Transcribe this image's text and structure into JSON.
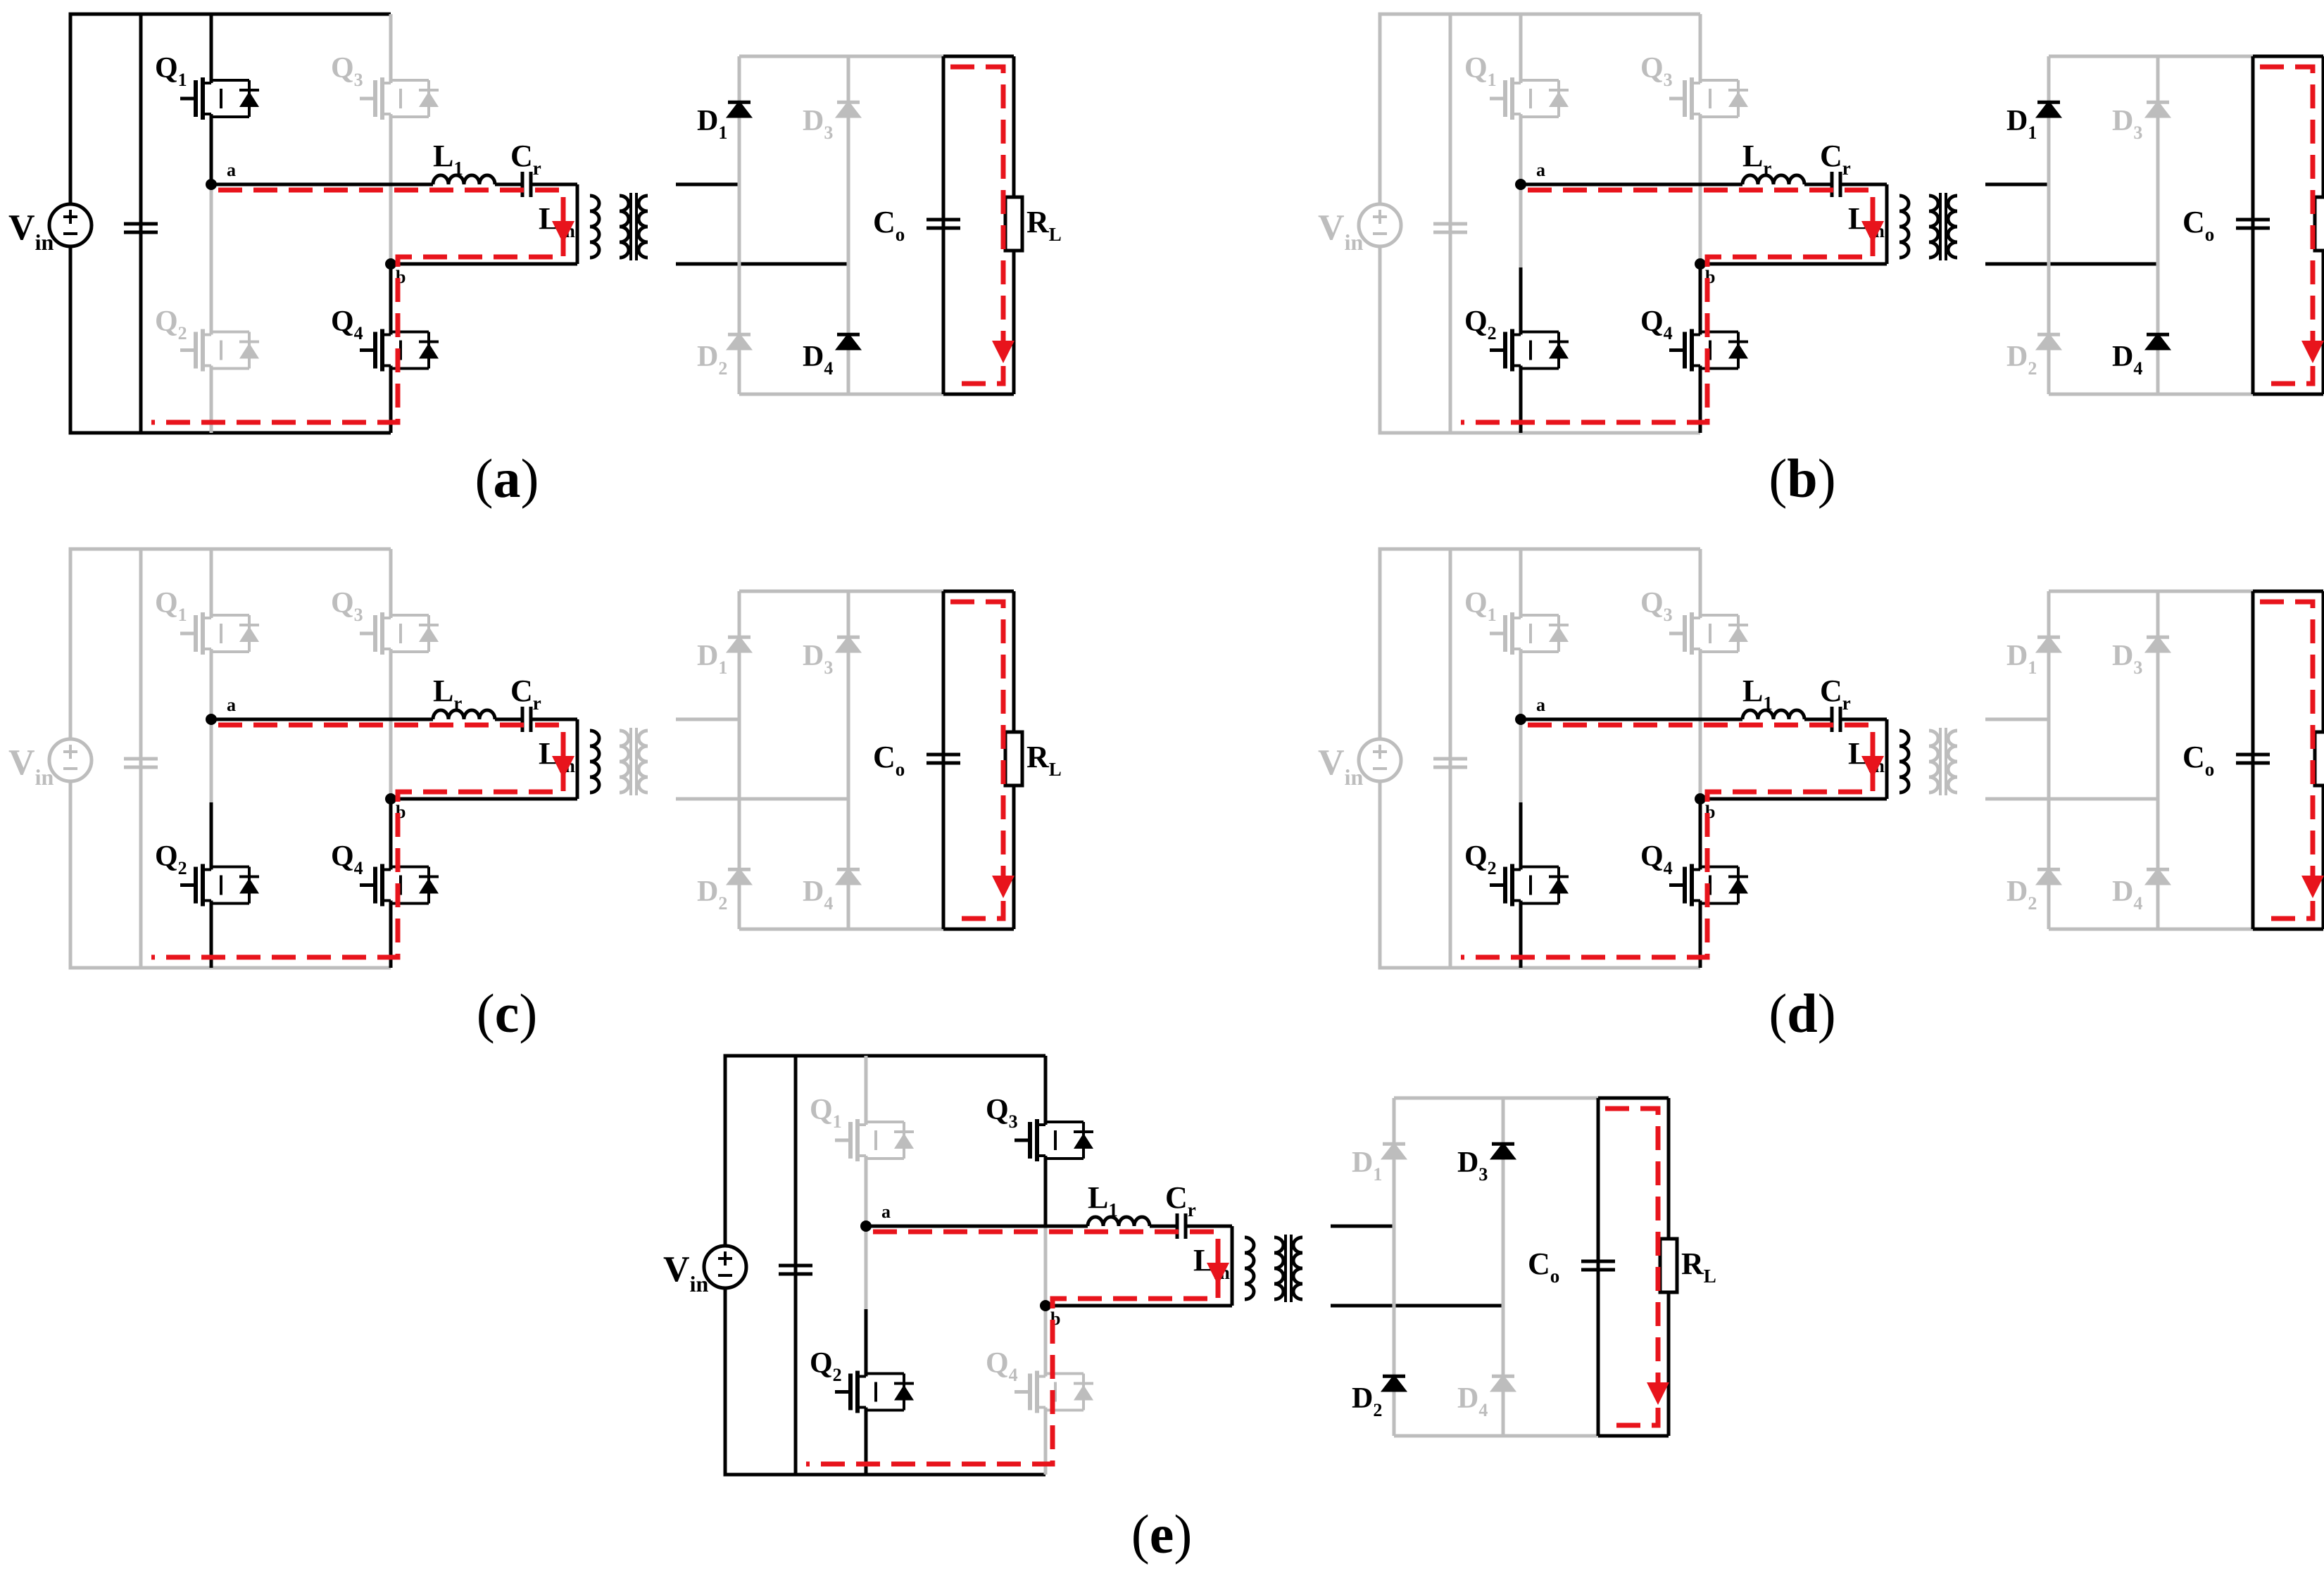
{
  "colors": {
    "active": "#000000",
    "inactive": "#bdbdbd",
    "current": "#e8141c",
    "background": "#ffffff"
  },
  "labels": {
    "vin": "V",
    "vin_sub": "in",
    "q_letter": "Q",
    "d_letter": "D",
    "lr_letter": "L",
    "lr_sub_panel_a": "1",
    "lr_sub_panel_b": "r",
    "lr_sub_panel_c": "r",
    "lr_sub_panel_d": "1",
    "lr_sub_panel_e": "1",
    "cr_letter": "C",
    "cr_sub": "r",
    "lm_letter": "L",
    "lm_sub": "m",
    "co_letter": "C",
    "co_sub": "o",
    "rl_letter": "R",
    "rl_sub": "L",
    "node_a": "a",
    "node_b": "b"
  },
  "panels": [
    {
      "caption": "a",
      "vin_active": true,
      "q_active": [
        true,
        false,
        false,
        true
      ],
      "d_active": [
        true,
        false,
        false,
        true
      ],
      "transformer_active": true
    },
    {
      "caption": "b",
      "vin_active": false,
      "q_active": [
        false,
        true,
        false,
        true
      ],
      "d_active": [
        true,
        false,
        false,
        true
      ],
      "transformer_active": true
    },
    {
      "caption": "c",
      "vin_active": false,
      "q_active": [
        false,
        true,
        false,
        true
      ],
      "d_active": [
        false,
        false,
        false,
        false
      ],
      "transformer_active": false
    },
    {
      "caption": "d",
      "vin_active": false,
      "q_active": [
        false,
        true,
        false,
        true
      ],
      "d_active": [
        false,
        false,
        false,
        false
      ],
      "transformer_active": false
    },
    {
      "caption": "e",
      "vin_active": true,
      "q_active": [
        false,
        true,
        true,
        false
      ],
      "d_active": [
        false,
        true,
        true,
        false
      ],
      "transformer_active": true
    }
  ]
}
